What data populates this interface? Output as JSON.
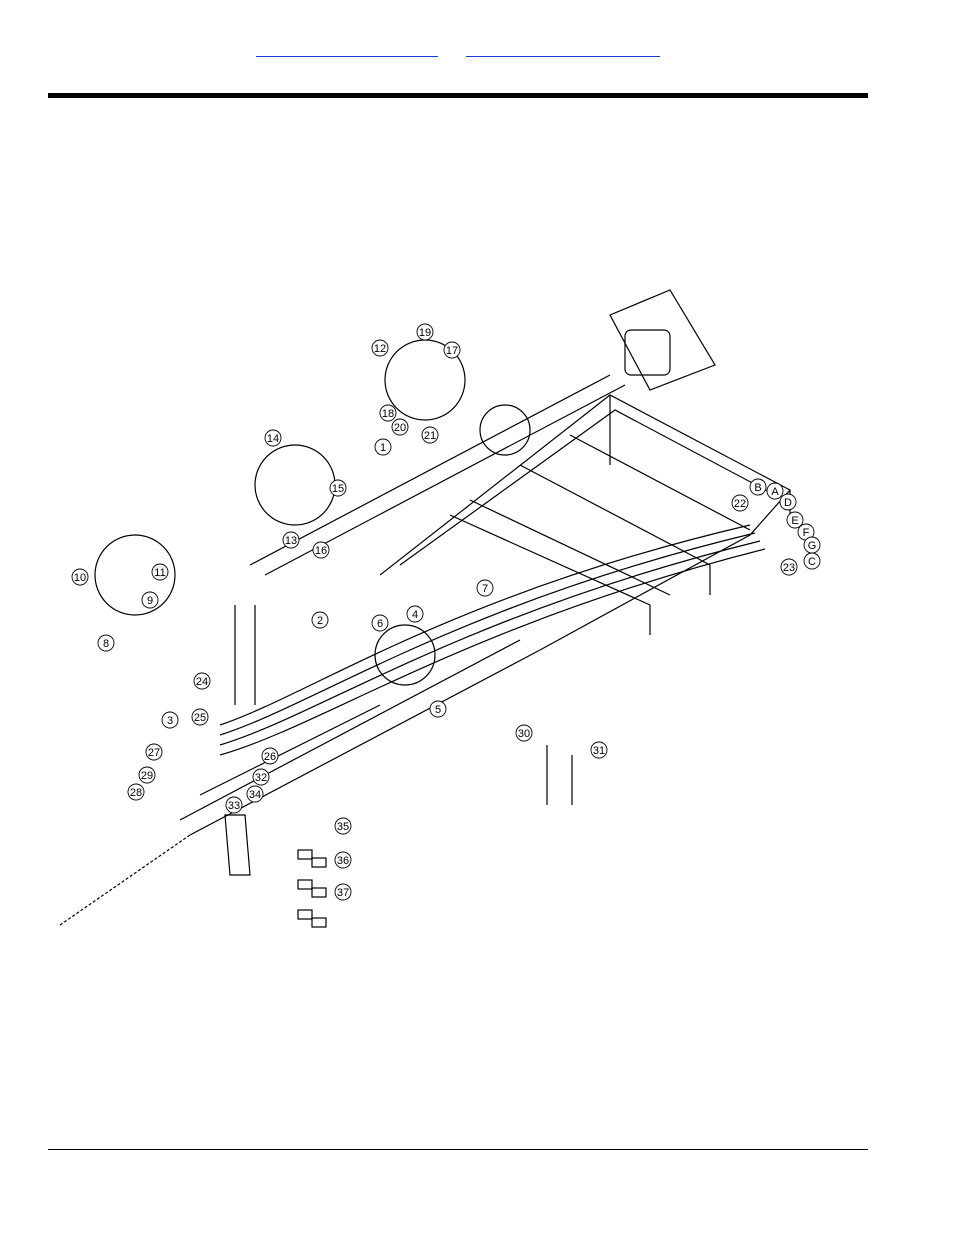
{
  "header": {
    "link_left": "",
    "link_right": ""
  },
  "diagram": {
    "callouts": [
      "1",
      "2",
      "3",
      "4",
      "5",
      "6",
      "7",
      "8",
      "9",
      "10",
      "11",
      "12",
      "13",
      "14",
      "15",
      "16",
      "17",
      "18",
      "19",
      "20",
      "21",
      "22",
      "23",
      "24",
      "25",
      "26",
      "27",
      "28",
      "29",
      "30",
      "31",
      "32",
      "33",
      "34",
      "35",
      "36",
      "37",
      "A",
      "B",
      "C",
      "D",
      "E",
      "F",
      "G"
    ]
  }
}
